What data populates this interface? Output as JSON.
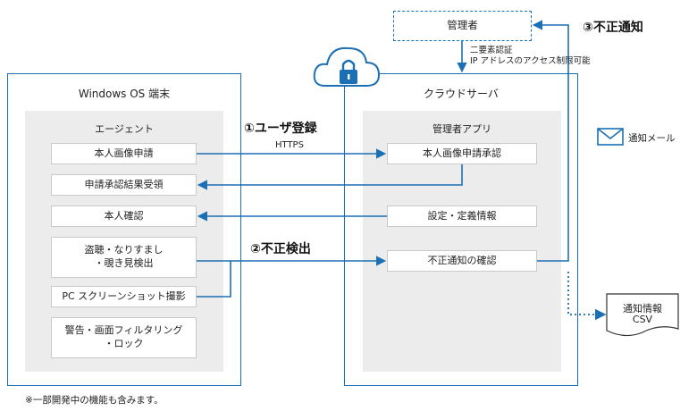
{
  "windows": {
    "title": "Windows OS 端末",
    "agent": {
      "title": "エージェント",
      "items": [
        "本人画像申請",
        "申請承認結果受領",
        "本人確認",
        "盗聴・なりすまし\n・覗き見検出",
        "PC スクリーンショット撮影",
        "警告・画面フィルタリング\n・ロック"
      ]
    }
  },
  "cloud": {
    "title": "クラウドサーバ",
    "admin_app": {
      "title": "管理者アプリ",
      "items": [
        "本人画像申請承認",
        "設定・定義情報",
        "不正通知の確認"
      ]
    }
  },
  "admin": {
    "label": "管理者",
    "auth_line1": "二要素認証",
    "auth_line2": "IP アドレスのアクセス制限可能"
  },
  "steps": {
    "step1": "①ユーザ登録",
    "https": "HTTPS",
    "step2": "②不正検出",
    "step3": "③不正通知"
  },
  "notify": {
    "mail_label": "通知メール",
    "csv_line1": "通知情報",
    "csv_line2": "CSV"
  },
  "footnote": "※一部開発中の機能も含みます。",
  "colors": {
    "accent": "#1a6fb5",
    "panel": "#ececec"
  },
  "icons": [
    "cloud-lock-icon",
    "mail-icon",
    "document-icon"
  ]
}
